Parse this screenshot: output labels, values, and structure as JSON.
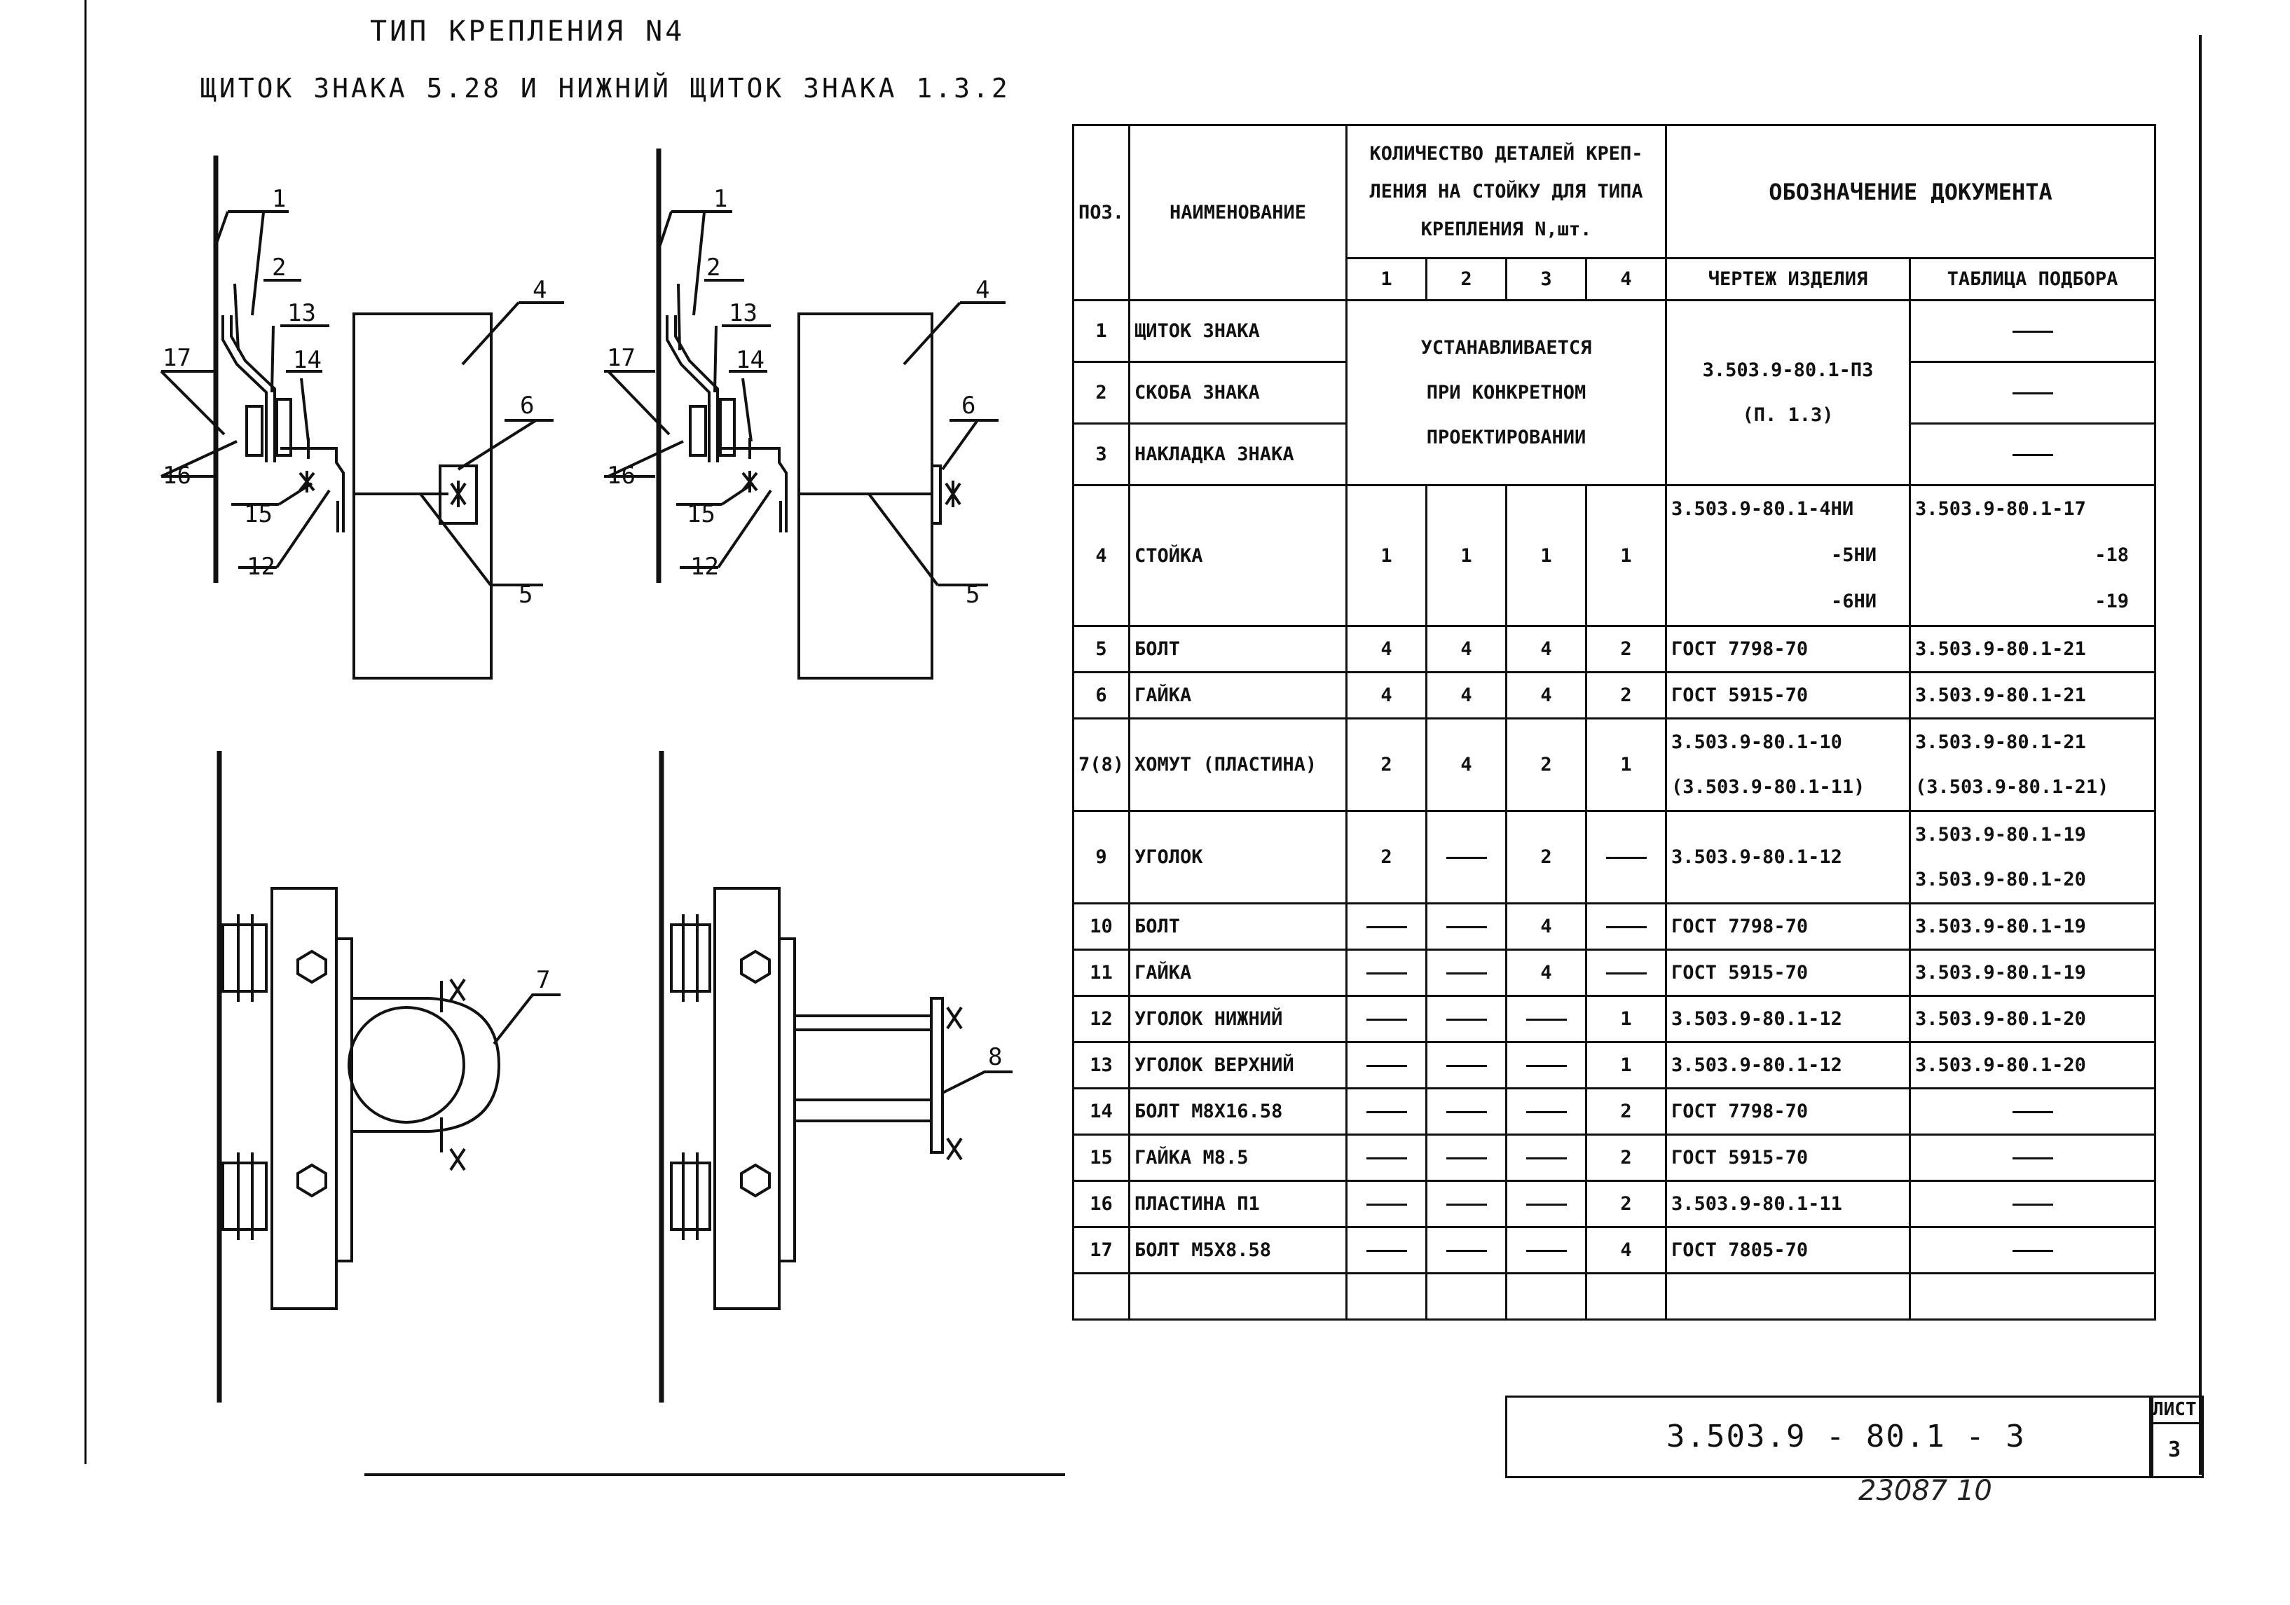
{
  "header": {
    "title_line1": "ТИП КРЕПЛЕНИЯ N4",
    "title_line2": "ЩИТОК ЗНАКА 5.28 И НИЖНИЙ ЩИТОК ЗНАКА 1.3.2"
  },
  "callouts": {
    "view1": [
      "1",
      "2",
      "17",
      "16",
      "13",
      "14",
      "15",
      "12",
      "4",
      "6",
      "5"
    ],
    "view2": [
      "1",
      "2",
      "17",
      "16",
      "13",
      "14",
      "15",
      "12",
      "4",
      "6",
      "5"
    ],
    "view3": [
      "7"
    ],
    "view4": [
      "8"
    ]
  },
  "table": {
    "headers": {
      "pos": "ПОЗ.",
      "name": "НАИМЕНОВАНИЕ",
      "qty_line1": "КОЛИЧЕСТВО ДЕТАЛЕЙ КРЕП-",
      "qty_line2": "ЛЕНИЯ НА СТОЙКУ ДЛЯ ТИПА",
      "qty_line3": "КРЕПЛЕНИЯ N,шт.",
      "doc": "ОБОЗНАЧЕНИЕ ДОКУМЕНТА",
      "types": [
        "1",
        "2",
        "3",
        "4"
      ],
      "drawing": "ЧЕРТЕЖ ИЗДЕЛИЯ",
      "selection": "ТАБЛИЦА ПОДБОРА"
    },
    "install_note": [
      "УСТАНАВЛИВАЕТСЯ",
      "ПРИ КОНКРЕТНОМ",
      "ПРОЕКТИРОВАНИИ"
    ],
    "shield_drawing": [
      "3.503.9-80.1-ПЗ",
      "(П. 1.3)"
    ],
    "rows": [
      {
        "pos": "1",
        "name": "ЩИТОК ЗНАКА"
      },
      {
        "pos": "2",
        "name": "СКОБА ЗНАКА"
      },
      {
        "pos": "3",
        "name": "НАКЛАДКА ЗНАКА"
      },
      {
        "pos": "4",
        "name": "СТОЙКА",
        "q": [
          "1",
          "1",
          "1",
          "1"
        ],
        "drawing": [
          "3.503.9-80.1-4НИ",
          "-5НИ",
          "-6НИ"
        ],
        "selection": [
          "3.503.9-80.1-17",
          "-18",
          "-19"
        ]
      },
      {
        "pos": "5",
        "name": "БОЛТ",
        "q": [
          "4",
          "4",
          "4",
          "2"
        ],
        "drawing": [
          "ГОСТ 7798-70"
        ],
        "selection": [
          "3.503.9-80.1-21"
        ]
      },
      {
        "pos": "6",
        "name": "ГАЙКА",
        "q": [
          "4",
          "4",
          "4",
          "2"
        ],
        "drawing": [
          "ГОСТ 5915-70"
        ],
        "selection": [
          "3.503.9-80.1-21"
        ]
      },
      {
        "pos": "7(8)",
        "name": "ХОМУТ (ПЛАСТИНА)",
        "q": [
          "2",
          "4",
          "2",
          "1"
        ],
        "drawing": [
          "3.503.9-80.1-10",
          "(3.503.9-80.1-11)"
        ],
        "selection": [
          "3.503.9-80.1-21",
          "(3.503.9-80.1-21)"
        ]
      },
      {
        "pos": "9",
        "name": "УГОЛОК",
        "q": [
          "2",
          "—",
          "2",
          "—"
        ],
        "drawing": [
          "3.503.9-80.1-12"
        ],
        "selection": [
          "3.503.9-80.1-19",
          "3.503.9-80.1-20"
        ]
      },
      {
        "pos": "10",
        "name": "БОЛТ",
        "q": [
          "—",
          "—",
          "4",
          "—"
        ],
        "drawing": [
          "ГОСТ 7798-70"
        ],
        "selection": [
          "3.503.9-80.1-19"
        ]
      },
      {
        "pos": "11",
        "name": "ГАЙКА",
        "q": [
          "—",
          "—",
          "4",
          "—"
        ],
        "drawing": [
          "ГОСТ 5915-70"
        ],
        "selection": [
          "3.503.9-80.1-19"
        ]
      },
      {
        "pos": "12",
        "name": "УГОЛОК НИЖНИЙ",
        "q": [
          "—",
          "—",
          "—",
          "1"
        ],
        "drawing": [
          "3.503.9-80.1-12"
        ],
        "selection": [
          "3.503.9-80.1-20"
        ]
      },
      {
        "pos": "13",
        "name": "УГОЛОК ВЕРХНИЙ",
        "q": [
          "—",
          "—",
          "—",
          "1"
        ],
        "drawing": [
          "3.503.9-80.1-12"
        ],
        "selection": [
          "3.503.9-80.1-20"
        ]
      },
      {
        "pos": "14",
        "name": "БОЛТ М8Х16.58",
        "q": [
          "—",
          "—",
          "—",
          "2"
        ],
        "drawing": [
          "ГОСТ 7798-70"
        ],
        "selection": [
          "—"
        ]
      },
      {
        "pos": "15",
        "name": "ГАЙКА М8.5",
        "q": [
          "—",
          "—",
          "—",
          "2"
        ],
        "drawing": [
          "ГОСТ 5915-70"
        ],
        "selection": [
          "—"
        ]
      },
      {
        "pos": "16",
        "name": "ПЛАСТИНА П1",
        "q": [
          "—",
          "—",
          "—",
          "2"
        ],
        "drawing": [
          "3.503.9-80.1-11"
        ],
        "selection": [
          "—"
        ]
      },
      {
        "pos": "17",
        "name": "БОЛТ М5Х8.58",
        "q": [
          "—",
          "—",
          "—",
          "4"
        ],
        "drawing": [
          "ГОСТ 7805-70"
        ],
        "selection": [
          "—"
        ]
      }
    ]
  },
  "stamp": {
    "doc_code": "3.503.9 - 80.1 - 3",
    "sheet_label": "ЛИСТ",
    "sheet_number": "3"
  },
  "handwritten": "23087 10"
}
